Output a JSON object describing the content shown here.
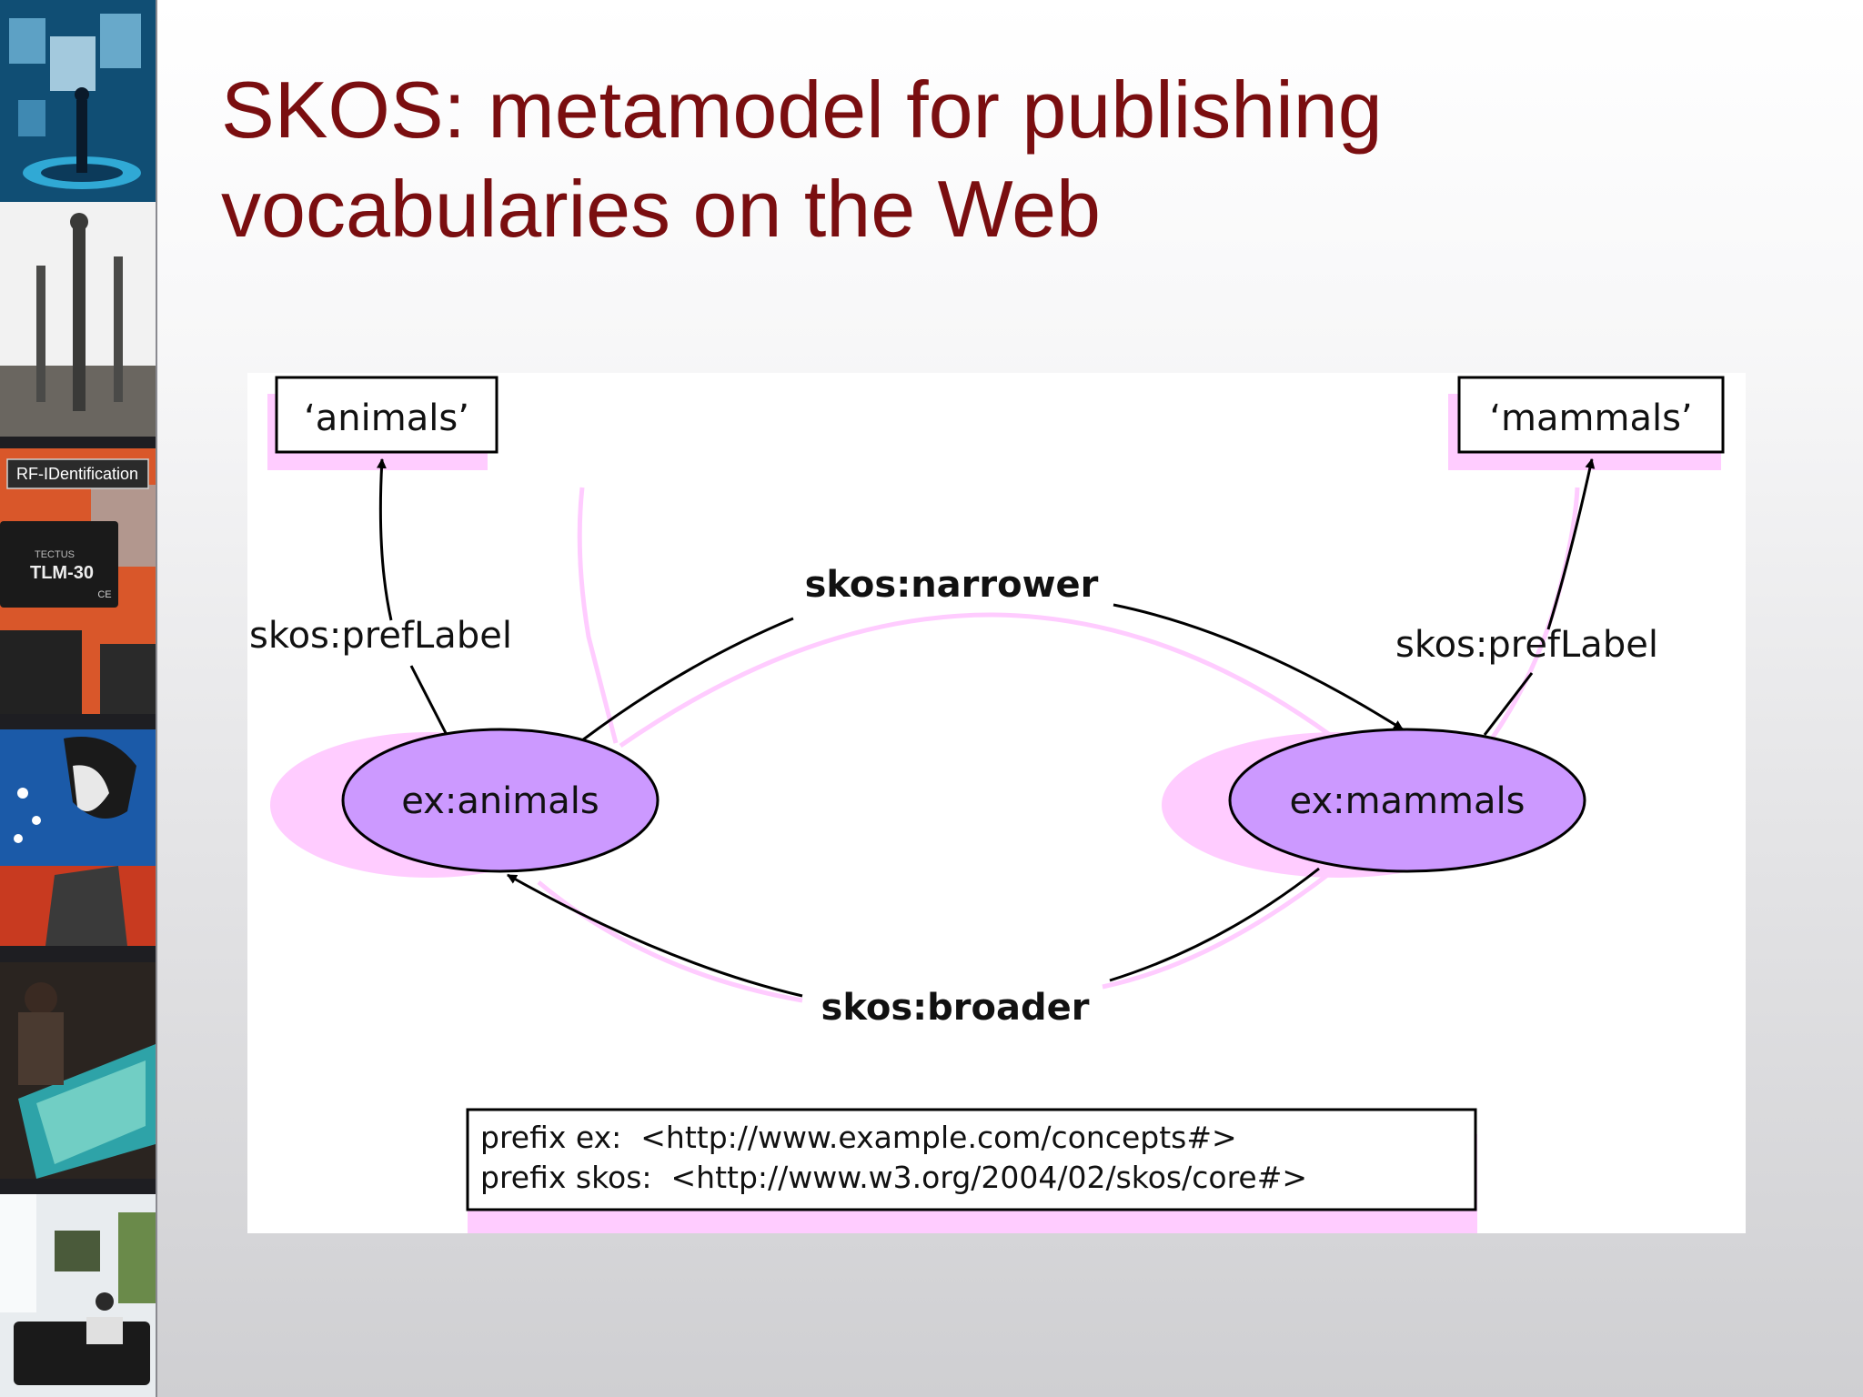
{
  "slide": {
    "title_line1": "SKOS: metamodel for publishing",
    "title_line2": "vocabularies on the Web"
  },
  "sidebar": {
    "rfid_banner": "RF-IDentification",
    "chip_brand": "TECTUS",
    "chip_model": "TLM-30",
    "chip_mark": "CE"
  },
  "diagram": {
    "literal_left": "‘animals’",
    "literal_right": "‘mammals’",
    "node_left": "ex:animals",
    "node_right": "ex:mammals",
    "edge_preflabel_left": "skos:prefLabel",
    "edge_preflabel_right": "skos:prefLabel",
    "edge_narrower": "skos:narrower",
    "edge_broader": "skos:broader",
    "prefix_line1": "prefix ex:  <http://www.example.com/concepts#>",
    "prefix_line2": "prefix skos:  <http://www.w3.org/2004/02/skos/core#>"
  },
  "colors": {
    "title": "#7a0e10",
    "node_fill": "#cc99ff",
    "shadow": "#ffccff"
  }
}
